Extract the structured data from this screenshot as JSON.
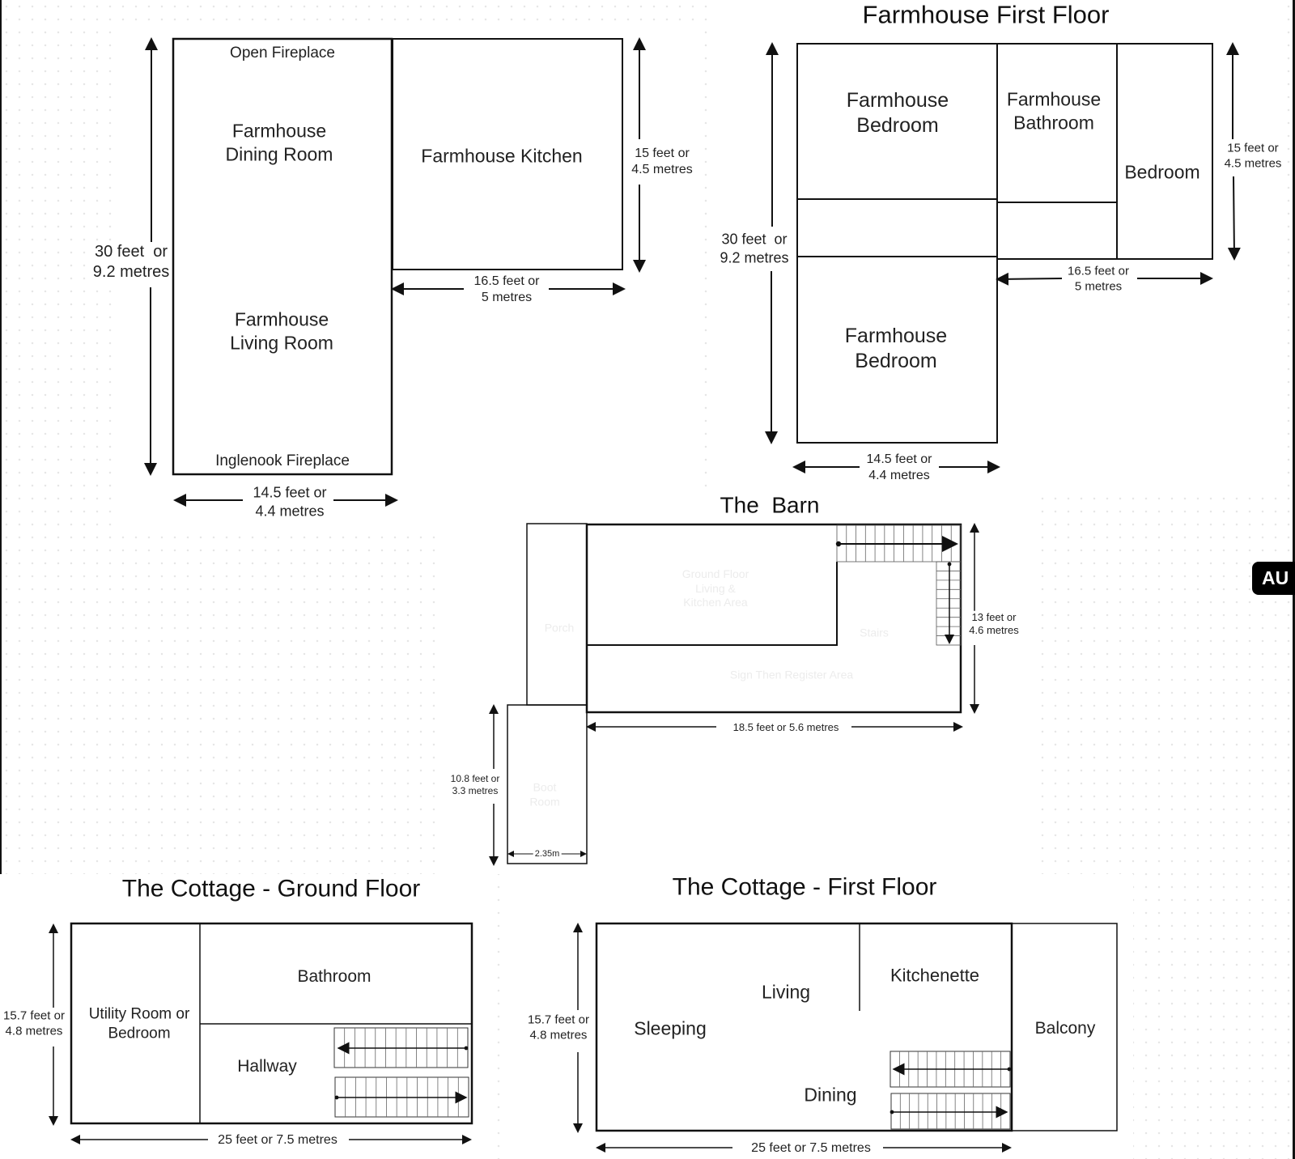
{
  "farmhouse_ground": {
    "rooms": {
      "open_fireplace": "Open Fireplace",
      "dining_room": "Farmhouse\nDining Room",
      "living_room": "Farmhouse\nLiving Room",
      "inglenook_fireplace": "Inglenook Fireplace",
      "kitchen": "Farmhouse Kitchen"
    },
    "dimensions": {
      "height": "30 feet  or\n9.2 metres",
      "width": "14.5 feet or\n4.4 metres",
      "kitchen_height": "15 feet or\n4.5 metres",
      "kitchen_width": "16.5 feet or\n5 metres"
    }
  },
  "farmhouse_first": {
    "title": "Farmhouse First Floor",
    "rooms": {
      "bedroom_top": "Farmhouse\nBedroom",
      "bedroom_bottom": "Farmhouse\nBedroom",
      "bathroom": "Farmhouse\nBathroom",
      "bedroom_right": "Bedroom"
    },
    "dimensions": {
      "height": "30 feet  or\n9.2 metres",
      "width": "14.5 feet or\n4.4 metres",
      "right_height": "15 feet or\n4.5 metres",
      "right_width": "16.5 feet or\n5 metres"
    }
  },
  "barn": {
    "title": "The  Barn",
    "rooms": {
      "living_kitchen": "Ground Floor\nLiving &\nKitchen Area",
      "porch": "Porch",
      "stairs": "Stairs",
      "lower_area": "Sign Then Register Area",
      "boot_room": "Boot\nRoom"
    },
    "dimensions": {
      "height": "13 feet or\n4.6 metres",
      "width": "18.5 feet or 5.6 metres",
      "porch_height": "10.8 feet or\n3.3 metres",
      "porch_width": "2.35m"
    }
  },
  "cottage_ground": {
    "title": "The Cottage - Ground Floor",
    "rooms": {
      "utility": "Utility Room or\nBedroom",
      "bathroom": "Bathroom",
      "hallway": "Hallway"
    },
    "dimensions": {
      "height": "15.7 feet or\n4.8 metres",
      "width": "25 feet or 7.5 metres"
    }
  },
  "cottage_first": {
    "title": "The Cottage - First Floor",
    "rooms": {
      "sleeping": "Sleeping",
      "living": "Living",
      "kitchenette": "Kitchenette",
      "dining": "Dining",
      "balcony": "Balcony"
    },
    "dimensions": {
      "height": "15.7 feet or\n4.8 metres",
      "width": "25 feet or 7.5 metres"
    }
  },
  "overlay_badge": "AU"
}
